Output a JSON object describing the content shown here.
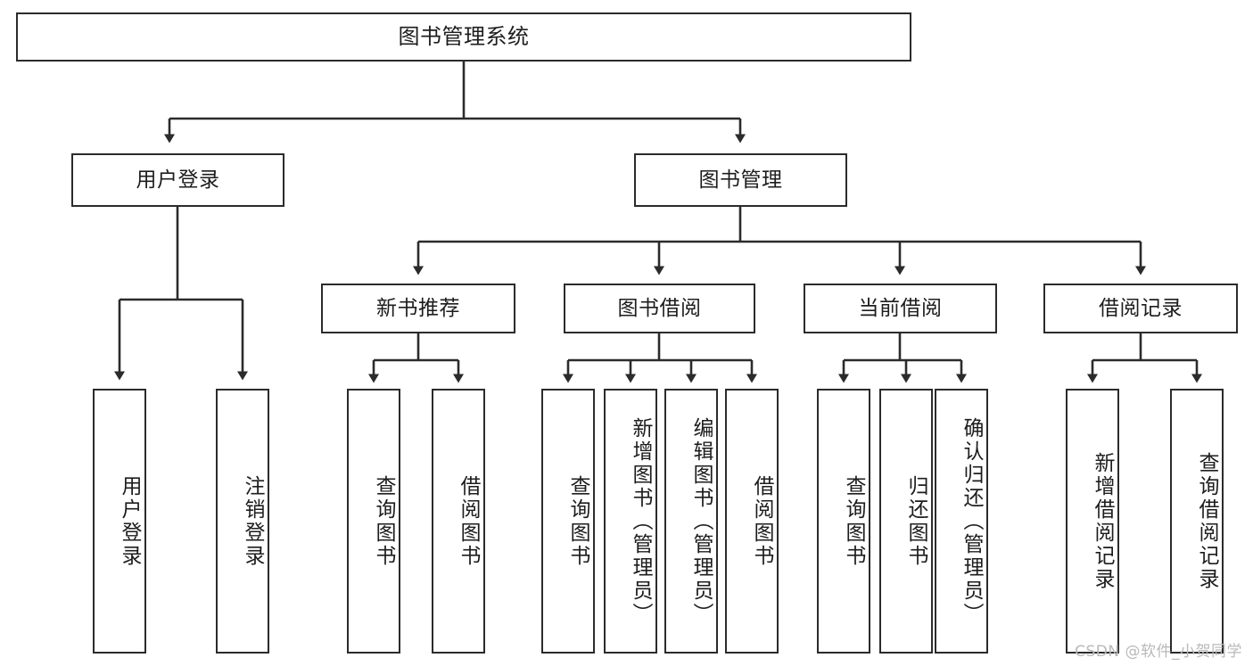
{
  "diagram": {
    "title": "图书管理系统",
    "type": "tree",
    "orientation": "top-down",
    "colors": {
      "box_border": "#2b2b2b",
      "box_fill": "#ffffff",
      "connector": "#2b2b2b",
      "text": "#1d1d1d",
      "watermark": "#b9b9b9",
      "background": "#ffffff"
    },
    "root": {
      "id": "root",
      "label": "图书管理系统",
      "orientation": "horizontal"
    },
    "level2": [
      {
        "id": "user-login",
        "label": "用户登录",
        "orientation": "horizontal"
      },
      {
        "id": "book-manage",
        "label": "图书管理",
        "orientation": "horizontal"
      }
    ],
    "level3": [
      {
        "id": "new-book-recommend",
        "label": "新书推荐",
        "orientation": "horizontal",
        "parent": "book-manage"
      },
      {
        "id": "book-borrow",
        "label": "图书借阅",
        "orientation": "horizontal",
        "parent": "book-manage"
      },
      {
        "id": "current-borrow",
        "label": "当前借阅",
        "orientation": "horizontal",
        "parent": "book-manage"
      },
      {
        "id": "borrow-record",
        "label": "借阅记录",
        "orientation": "horizontal",
        "parent": "book-manage"
      }
    ],
    "leaves": [
      {
        "id": "leaf-user-login",
        "label": "用户登录",
        "orientation": "vertical",
        "parent": "user-login"
      },
      {
        "id": "leaf-logout-login",
        "label": "注销登录",
        "orientation": "vertical",
        "parent": "user-login"
      },
      {
        "id": "leaf-query-book-1",
        "label": "查询图书",
        "orientation": "vertical",
        "parent": "new-book-recommend"
      },
      {
        "id": "leaf-borrow-book-1",
        "label": "借阅图书",
        "orientation": "vertical",
        "parent": "new-book-recommend"
      },
      {
        "id": "leaf-query-book-2",
        "label": "查询图书",
        "orientation": "vertical",
        "parent": "book-borrow"
      },
      {
        "id": "leaf-add-book",
        "label": "新增图书（管理员）",
        "orientation": "vertical",
        "parent": "book-borrow"
      },
      {
        "id": "leaf-edit-book",
        "label": "编辑图书（管理员）",
        "orientation": "vertical",
        "parent": "book-borrow"
      },
      {
        "id": "leaf-borrow-book-2",
        "label": "借阅图书",
        "orientation": "vertical",
        "parent": "book-borrow"
      },
      {
        "id": "leaf-query-book-3",
        "label": "查询图书",
        "orientation": "vertical",
        "parent": "current-borrow"
      },
      {
        "id": "leaf-return-book",
        "label": "归还图书",
        "orientation": "vertical",
        "parent": "current-borrow"
      },
      {
        "id": "leaf-confirm-return",
        "label": "确认归还（管理员）",
        "orientation": "vertical",
        "parent": "current-borrow"
      },
      {
        "id": "leaf-add-record",
        "label": "新增借阅记录",
        "orientation": "vertical",
        "parent": "borrow-record"
      },
      {
        "id": "leaf-query-record",
        "label": "查询借阅记录",
        "orientation": "vertical",
        "parent": "borrow-record"
      }
    ]
  },
  "watermark": {
    "text": "CSDN @软件_小贺同学"
  }
}
